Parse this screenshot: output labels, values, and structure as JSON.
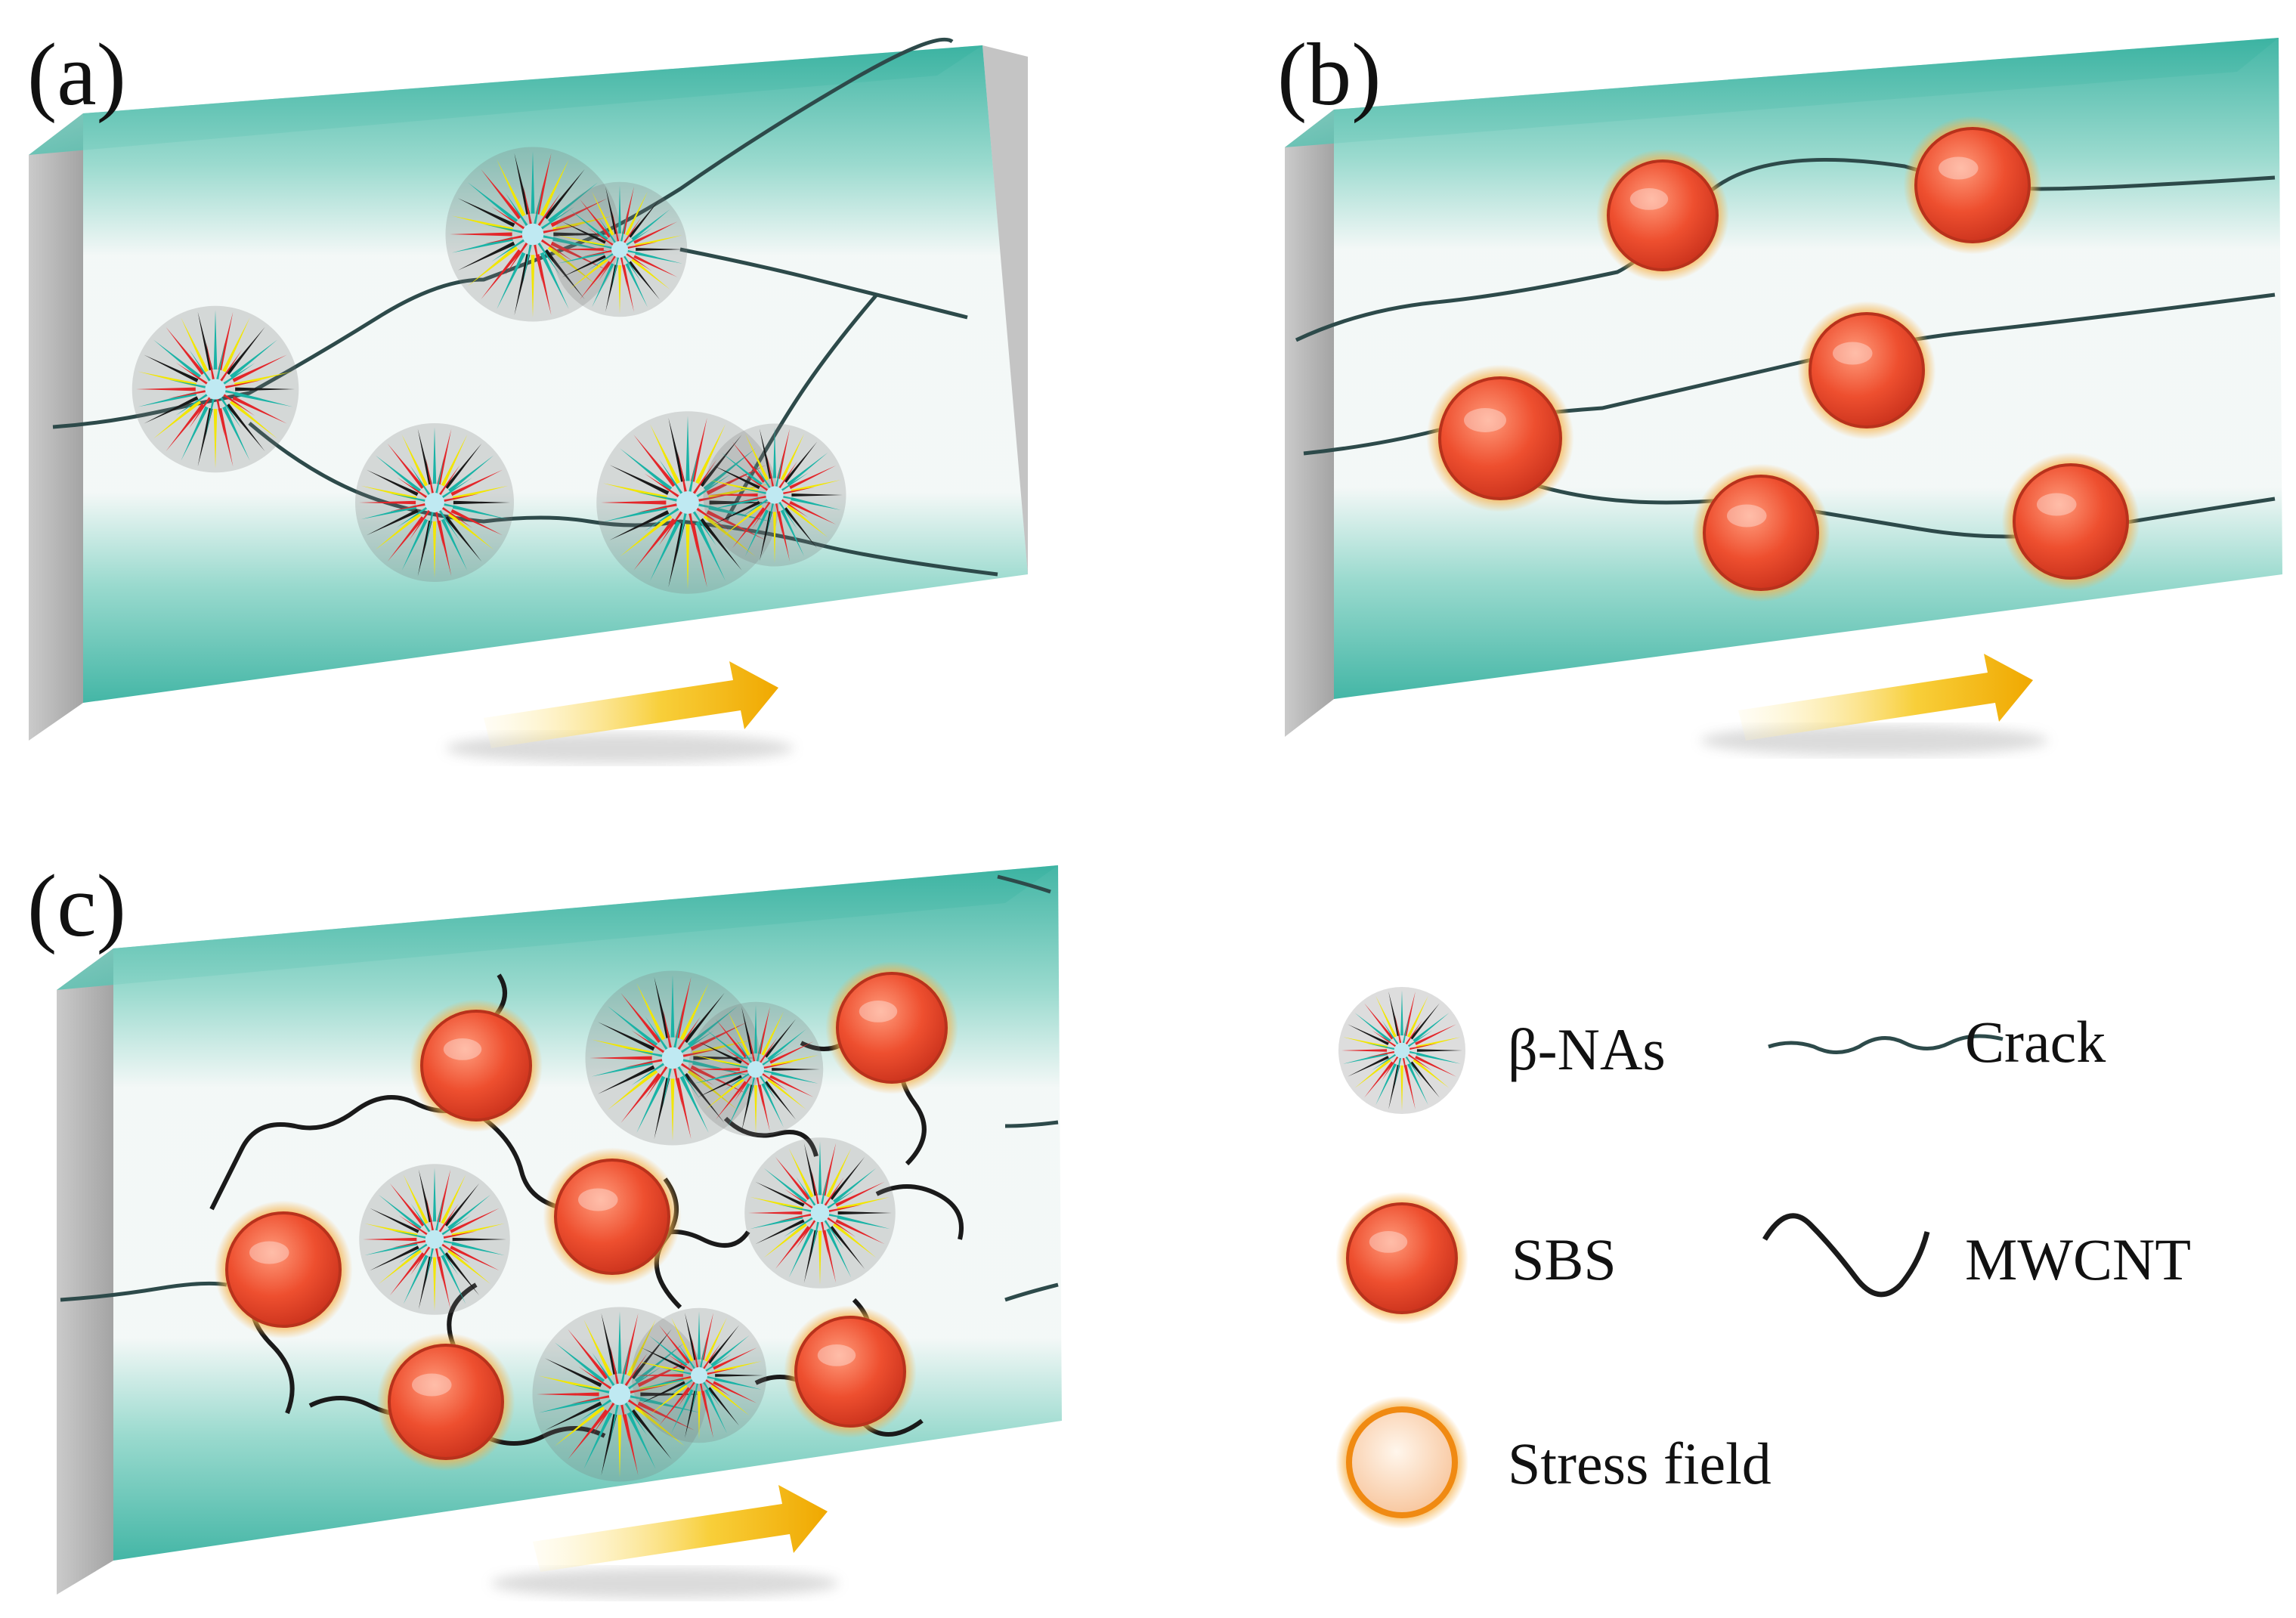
{
  "panels": [
    {
      "id": "a",
      "label": "(a)"
    },
    {
      "id": "b",
      "label": "(b)"
    },
    {
      "id": "c",
      "label": "(c)"
    }
  ],
  "legend": {
    "nanoarray": "β-NAs",
    "crack": "Crack",
    "sbs": "SBS",
    "mwcnt": "MWCNT",
    "stress": "Stress field"
  },
  "colors": {
    "matrix_teal": "#2fae9c",
    "matrix_light": "#e6f4f1",
    "side_gray": "#9a9a9a",
    "sbs_red": "#e8472a",
    "stress_orange": "#f5a623",
    "arrow_yellow": "#f6c000",
    "crack": "#2d4a4a",
    "nanoarray_spikes": [
      "#1a1a1a",
      "#19b3a6",
      "#e3262a",
      "#f2e600"
    ]
  }
}
